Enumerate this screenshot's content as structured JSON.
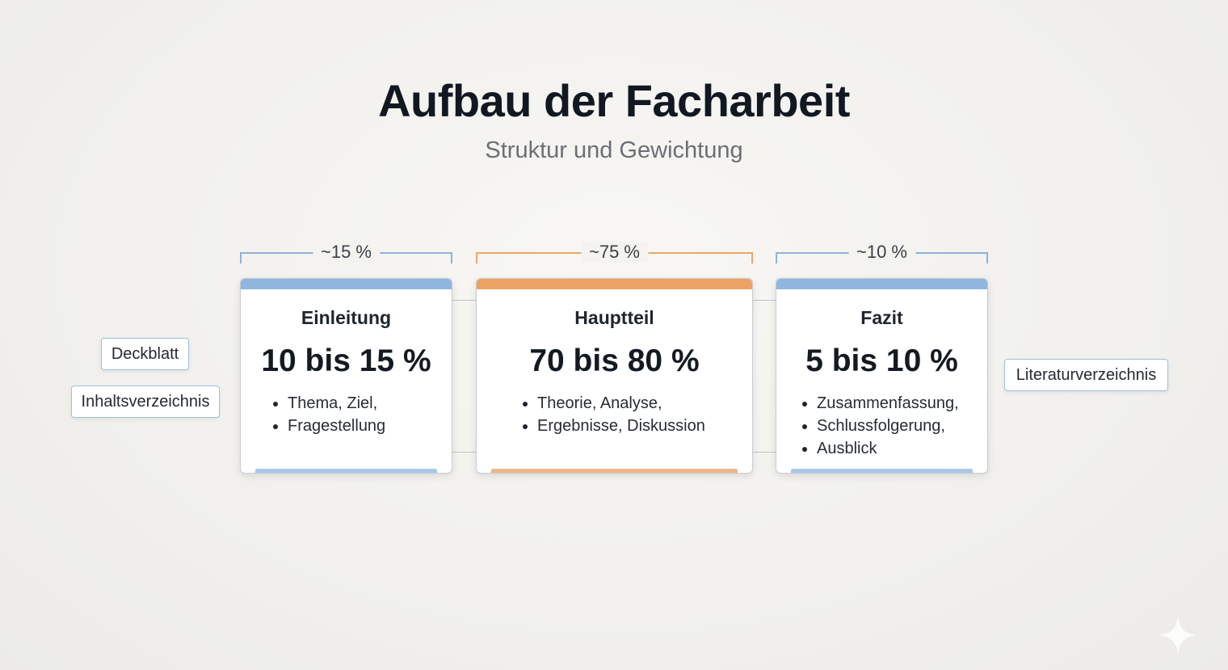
{
  "title": "Aufbau der Facharbeit",
  "subtitle": "Struktur und Gewichtung",
  "sections": [
    {
      "bracket_label": "~15 %",
      "heading": "Einleitung",
      "range": "10 bis 15 %",
      "items": [
        "Thema, Ziel,",
        "Fragestellung"
      ]
    },
    {
      "bracket_label": "~75 %",
      "heading": "Hauptteil",
      "range": "70 bis 80 %",
      "items": [
        "Theorie, Analyse,",
        "Ergebnisse, Diskussion"
      ]
    },
    {
      "bracket_label": "~10 %",
      "heading": "Fazit",
      "range": "5 bis 10 %",
      "items": [
        "Zusammenfassung,",
        "Schlussfolgerung,",
        "Ausblick"
      ]
    }
  ],
  "side_items": {
    "front": [
      "Deckblatt",
      "Inhaltsverzeichnis"
    ],
    "back": [
      "Literaturverzeichnis"
    ]
  },
  "colors": {
    "accent_blue": "#8fb6df",
    "accent_orange": "#eca262",
    "title_text": "#121821",
    "subtitle_text": "#6b6f75",
    "background": "#f2f1ed"
  },
  "icons": {
    "corner": "sparkle-icon"
  }
}
